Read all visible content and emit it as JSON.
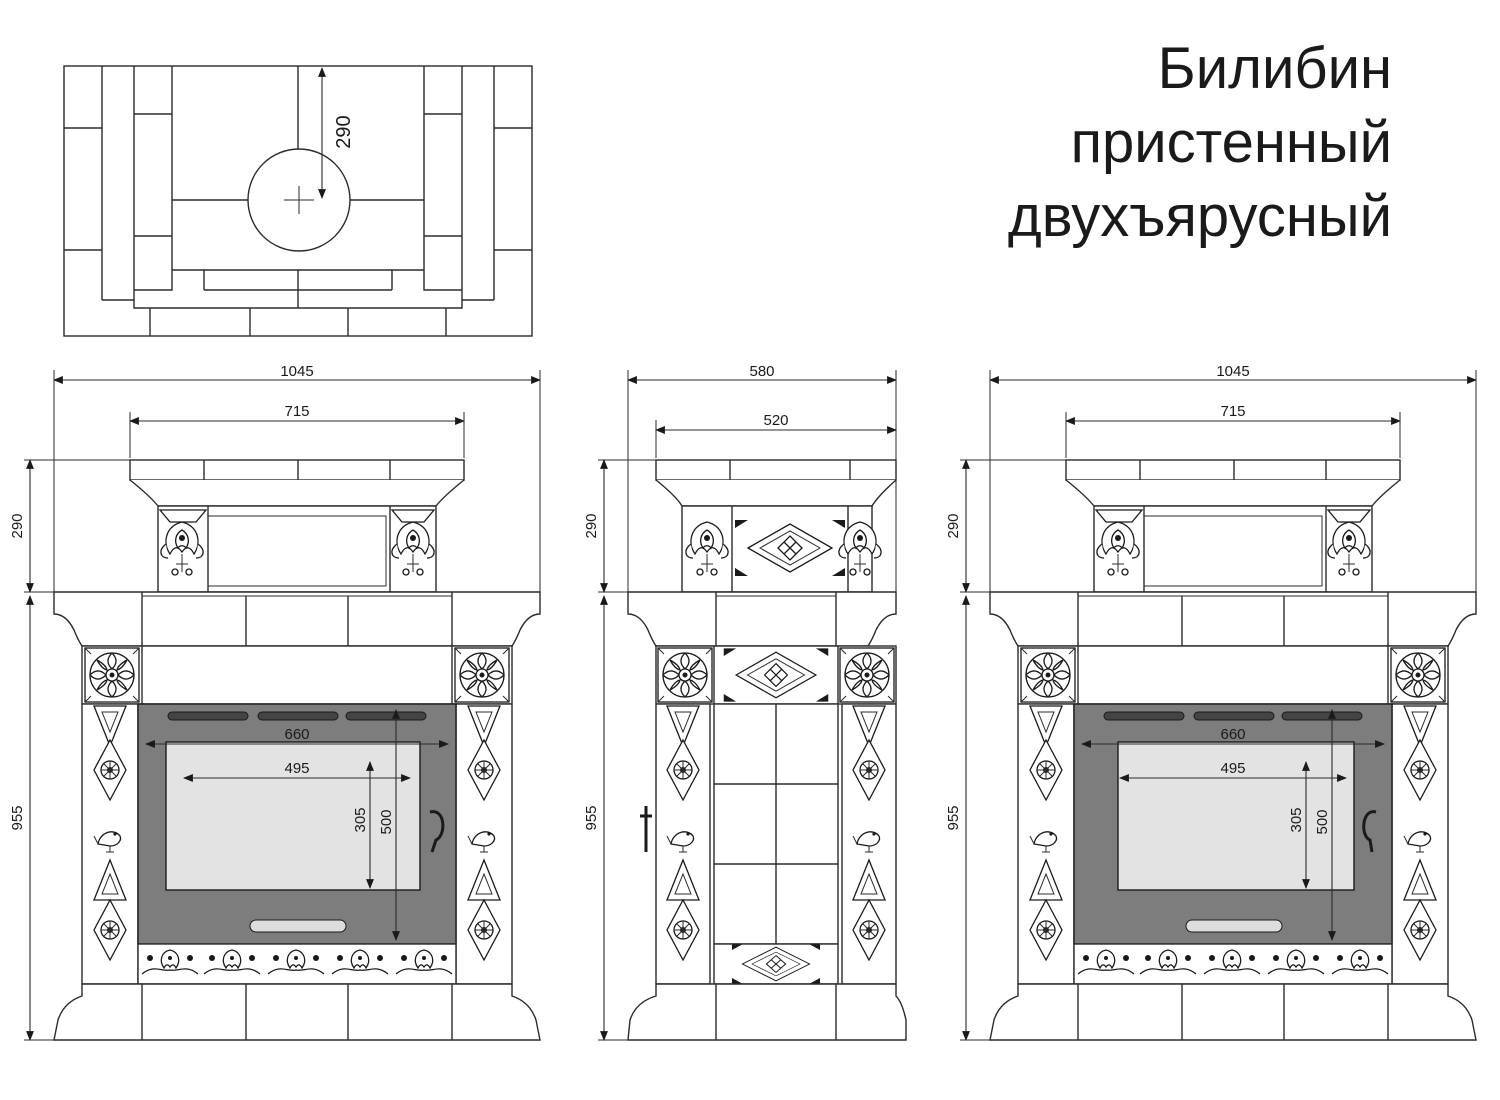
{
  "title": {
    "line1": "Билибин",
    "line2": "пристенный",
    "line3": "двухъярусный"
  },
  "plan": {
    "flue_offset": "290"
  },
  "front_view": {
    "total_width": "1045",
    "top_width": "715",
    "top_height": "290",
    "lower_height": "955",
    "door_width": "660",
    "glass_width": "495",
    "glass_height": "305",
    "door_height": "500"
  },
  "side_view": {
    "total_width": "580",
    "top_width": "520",
    "top_height": "290",
    "lower_height": "955"
  },
  "rear_view": {
    "total_width": "1045",
    "top_width": "715",
    "top_height": "290",
    "lower_height": "955",
    "door_width": "660",
    "glass_width": "495",
    "glass_height": "305",
    "door_height": "500"
  },
  "colors": {
    "line": "#2b2b2b",
    "door_frame": "#7d7d7d",
    "glass": "#e3e3e3",
    "background": "#ffffff"
  }
}
